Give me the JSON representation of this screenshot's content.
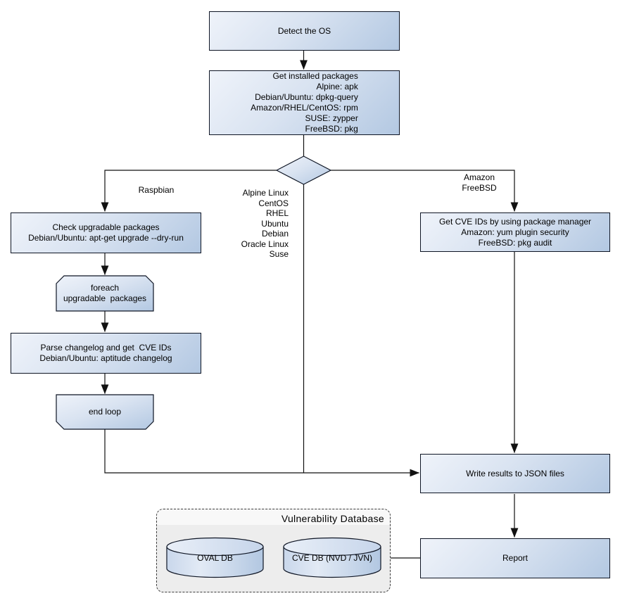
{
  "theme": {
    "grad-start": "#eff3fa",
    "grad-end": "#b3c8e2",
    "node-border": "#0e1524",
    "edge-color": "#111111",
    "db-group-fill": "#ededed",
    "db-group-border": "#3c3c3c"
  },
  "flow": {
    "detect_os": "Detect the OS",
    "get_installed_packages": "Get installed packages\nAlpine: apk\nDebian/Ubuntu: dpkg-query\nAmazon/RHEL/CentOS: rpm\nSUSE: zypper\nFreeBSD: pkg",
    "check_upgradable": "Check upgradable packages\nDebian/Ubuntu: apt-get upgrade --dry-run",
    "foreach_loop": "foreach\nupgradable  packages",
    "parse_changelog": "Parse changelog and get  CVE IDs\nDebian/Ubuntu: aptitude changelog",
    "end_loop": "end loop",
    "get_cve_ids": "Get CVE IDs by using package manager\nAmazon: yum plugin security\nFreeBSD: pkg audit",
    "write_results": "Write results to JSON files",
    "report": "Report"
  },
  "edge_labels": {
    "raspbian": "Raspbian",
    "os_list": "Alpine Linux\nCentOS\nRHEL\nUbuntu\nDebian\nOracle Linux\nSuse",
    "amazon_freebsd": "Amazon\nFreeBSD"
  },
  "database": {
    "title": "Vulnerability Database",
    "cylinders": [
      {
        "label": "OVAL DB"
      },
      {
        "label": "CVE DB (NVD / JVN)"
      }
    ]
  }
}
